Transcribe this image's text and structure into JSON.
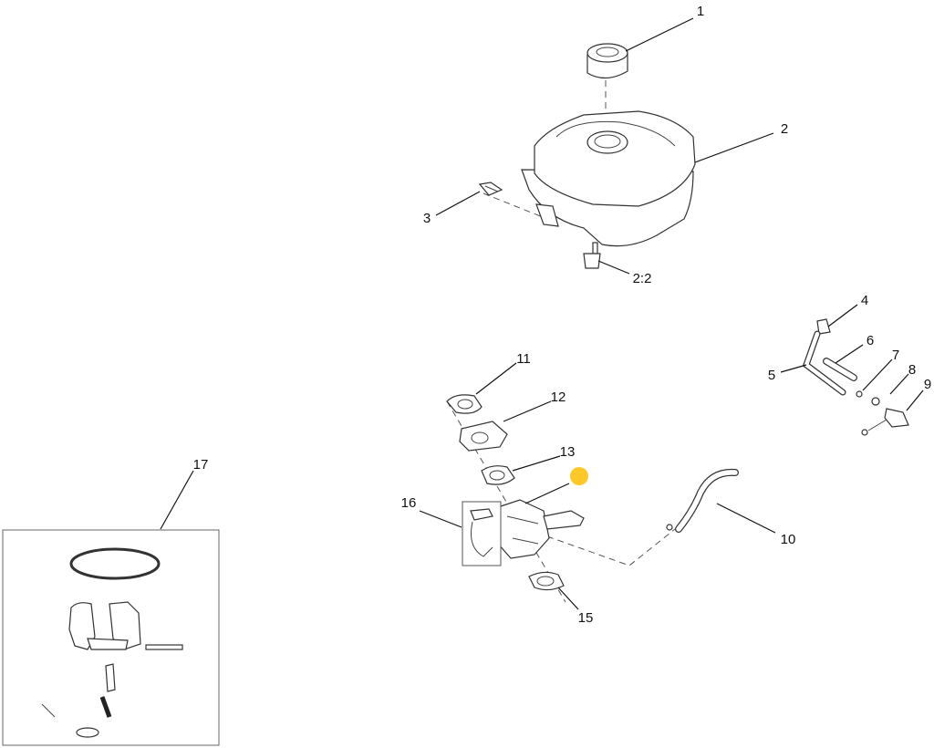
{
  "diagram": {
    "callouts": {
      "c1": "1",
      "c2": "2",
      "c3": "3",
      "c2_2": "2:2",
      "c4": "4",
      "c5": "5",
      "c6": "6",
      "c7": "7",
      "c8": "8",
      "c9": "9",
      "c10": "10",
      "c11": "11",
      "c12": "12",
      "c13": "13",
      "c15": "15",
      "c16": "16",
      "c17": "17"
    },
    "hotspot_color": "#FFC82A"
  }
}
